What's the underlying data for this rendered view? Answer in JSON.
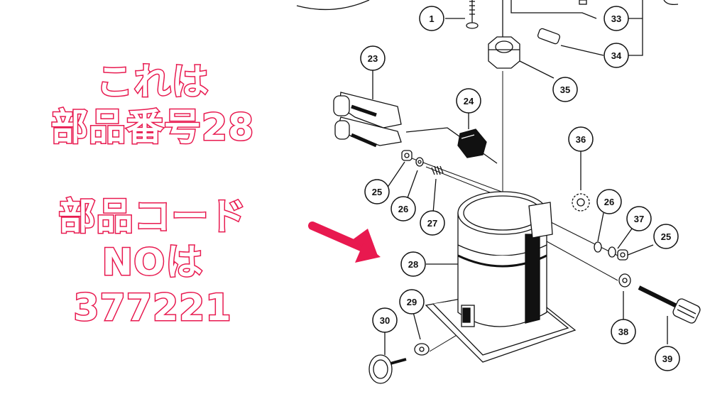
{
  "annotation": {
    "lines": [
      "これは",
      "部品番号28",
      "部品コード",
      "NOは",
      "377221"
    ],
    "color": "#e8194f"
  },
  "arrow": {
    "color": "#e8194f",
    "direction": "right-down"
  },
  "callouts": [
    {
      "id": "1",
      "label": "1"
    },
    {
      "id": "23",
      "label": "23"
    },
    {
      "id": "24",
      "label": "24"
    },
    {
      "id": "25a",
      "label": "25"
    },
    {
      "id": "26a",
      "label": "26"
    },
    {
      "id": "27",
      "label": "27"
    },
    {
      "id": "28",
      "label": "28"
    },
    {
      "id": "29",
      "label": "29"
    },
    {
      "id": "30",
      "label": "30"
    },
    {
      "id": "33",
      "label": "33"
    },
    {
      "id": "34",
      "label": "34"
    },
    {
      "id": "35",
      "label": "35"
    },
    {
      "id": "36",
      "label": "36"
    },
    {
      "id": "26b",
      "label": "26"
    },
    {
      "id": "37",
      "label": "37"
    },
    {
      "id": "25b",
      "label": "25"
    },
    {
      "id": "38",
      "label": "38"
    },
    {
      "id": "39",
      "label": "39"
    }
  ]
}
